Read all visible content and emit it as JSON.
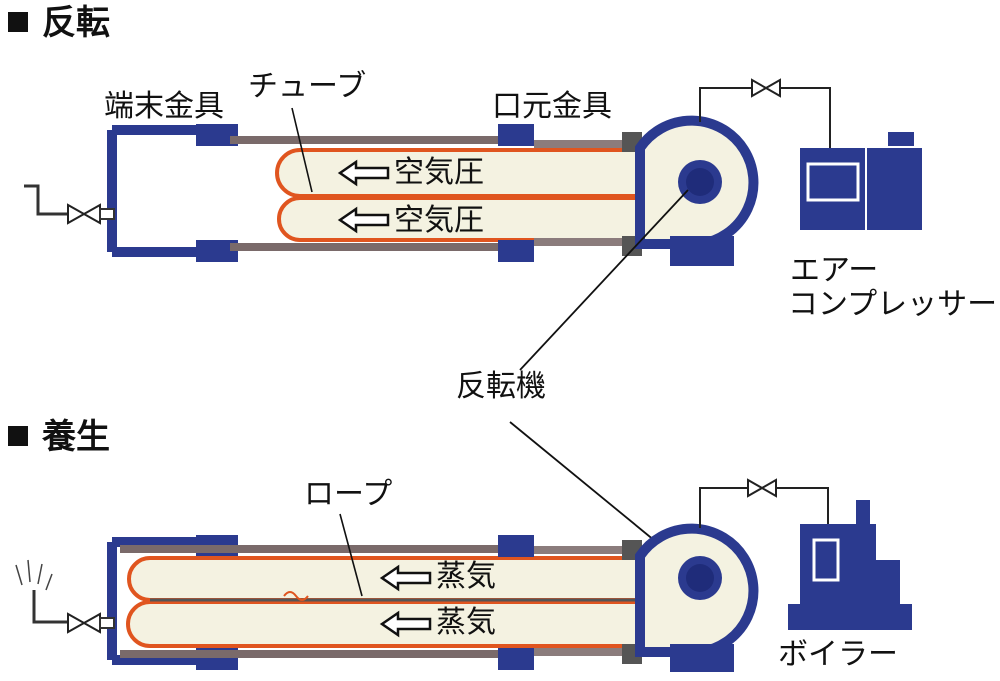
{
  "sections": {
    "reversal": {
      "heading": "反転"
    },
    "curing": {
      "heading": "養生"
    }
  },
  "labels": {
    "end_fitting": "端末金具",
    "tube": "チューブ",
    "mouth_fitting": "口元金具",
    "air_pressure_1": "空気圧",
    "air_pressure_2": "空気圧",
    "air_compressor_line1": "エアー",
    "air_compressor_line2": "コンプレッサー",
    "reversal_machine": "反転機",
    "rope": "ロープ",
    "steam_1": "蒸気",
    "steam_2": "蒸気",
    "boiler": "ボイラー"
  },
  "colors": {
    "pipe": "#2b3a8f",
    "pipe_dark": "#1f2c7a",
    "liner": "#f4f2e1",
    "tube_edge": "#e0551f",
    "wall": "#7a6a6a",
    "line": "#111111"
  }
}
